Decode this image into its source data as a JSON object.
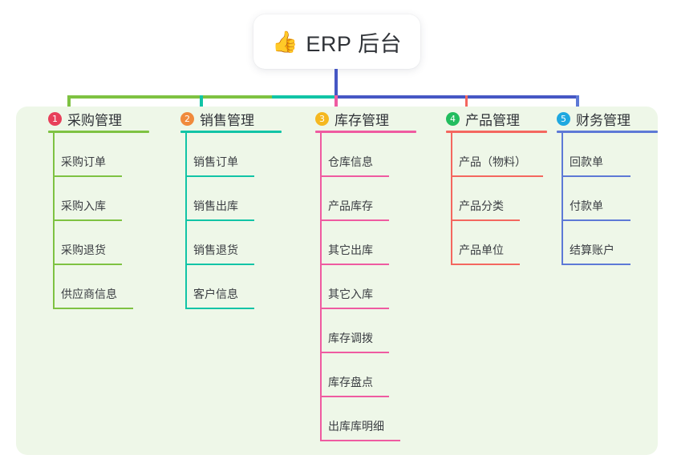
{
  "title": {
    "icon": "thumbs-up-icon",
    "glyph": "👍",
    "text": "ERP 后台"
  },
  "colors": {
    "panel_bg": "#eef7e8",
    "stem": "#4657c4",
    "green": "#7ec242",
    "teal": "#11c4a6",
    "pink": "#ef5ba1",
    "red": "#f4675f",
    "blue": "#5d79d6",
    "badge1": "#e8405a",
    "badge2": "#f08a3c",
    "badge3": "#f5b820",
    "badge4": "#22bd5e",
    "badge5": "#1fa8e0"
  },
  "columns": [
    {
      "index": "1",
      "title": "采购管理",
      "badge_color": "#e8405a",
      "line_color": "#7ec242",
      "items": [
        "采购订单",
        "采购入库",
        "采购退货",
        "供应商信息"
      ]
    },
    {
      "index": "2",
      "title": "销售管理",
      "badge_color": "#f08a3c",
      "line_color": "#11c4a6",
      "items": [
        "销售订单",
        "销售出库",
        "销售退货",
        "客户信息"
      ]
    },
    {
      "index": "3",
      "title": "库存管理",
      "badge_color": "#f5b820",
      "line_color": "#ef5ba1",
      "items": [
        "仓库信息",
        "产品库存",
        "其它出库",
        "其它入库",
        "库存调拨",
        "库存盘点",
        "出库库明细"
      ]
    },
    {
      "index": "4",
      "title": "产品管理",
      "badge_color": "#22bd5e",
      "line_color": "#f4675f",
      "items": [
        "产品（物料）",
        "产品分类",
        "产品单位"
      ]
    },
    {
      "index": "5",
      "title": "财务管理",
      "badge_color": "#1fa8e0",
      "line_color": "#5d79d6",
      "items": [
        "回款单",
        "付款单",
        "结算账户"
      ]
    }
  ]
}
